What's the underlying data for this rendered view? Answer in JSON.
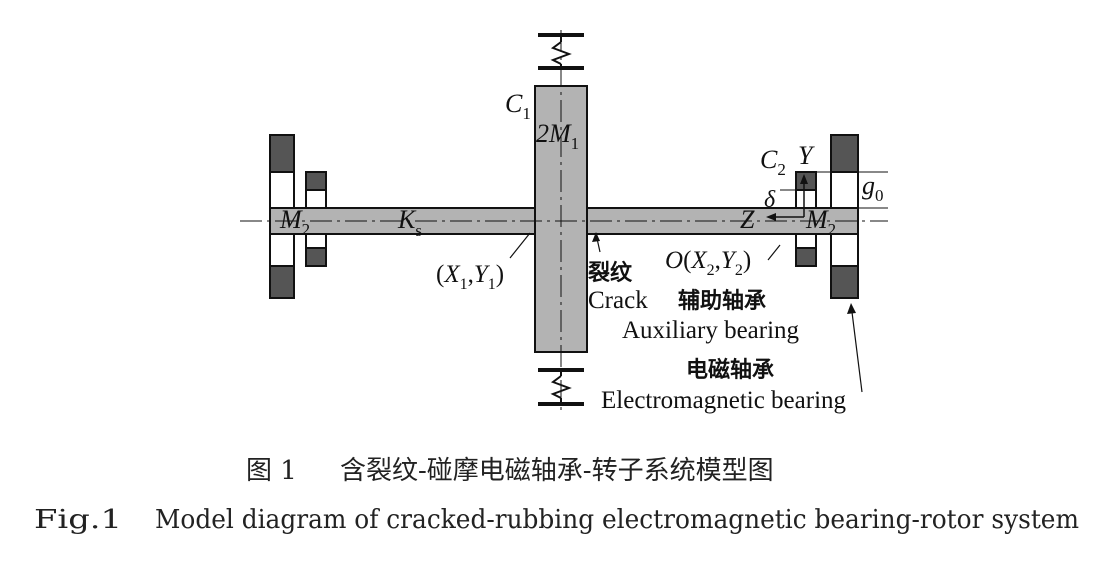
{
  "labels": {
    "c1": "C",
    "c1_sub": "1",
    "m1": "2M",
    "m1_sub": "1",
    "c2": "C",
    "c2_sub": "2",
    "y_axis": "Y",
    "g0": "g",
    "g0_sub": "0",
    "delta": "δ",
    "z_axis": "Z",
    "m2_left": "M",
    "m2_left_sub": "2",
    "m2_right": "M",
    "m2_right_sub": "2",
    "ks": "K",
    "ks_sub": "s",
    "x1y1_open": "(",
    "x1": "X",
    "x1_sub": "1",
    "x1y1_comma": ",",
    "y1": "Y",
    "y1_sub": "1",
    "x1y1_close": ")",
    "o_point": "O",
    "x2y2_open": "(",
    "x2": "X",
    "x2_sub": "2",
    "x2y2_comma": ",",
    "y2": "Y",
    "y2_sub": "2",
    "x2y2_close": ")",
    "crack_cn": "裂纹",
    "crack_en": "Crack",
    "aux_cn": "辅助轴承",
    "aux_en": "Auxiliary bearing",
    "em_cn": "电磁轴承",
    "em_en": "Electromagnetic bearing"
  },
  "caption": {
    "cn_number": "图 1",
    "cn_text": "含裂纹-碰摩电磁轴承-转子系统模型图",
    "en_number": "Fig.1",
    "en_text": "Model diagram of cracked-rubbing electromagnetic bearing-rotor system"
  },
  "colors": {
    "shaft_fill": "#b3b3b3",
    "bearing_dark": "#555555",
    "line": "#111111"
  }
}
